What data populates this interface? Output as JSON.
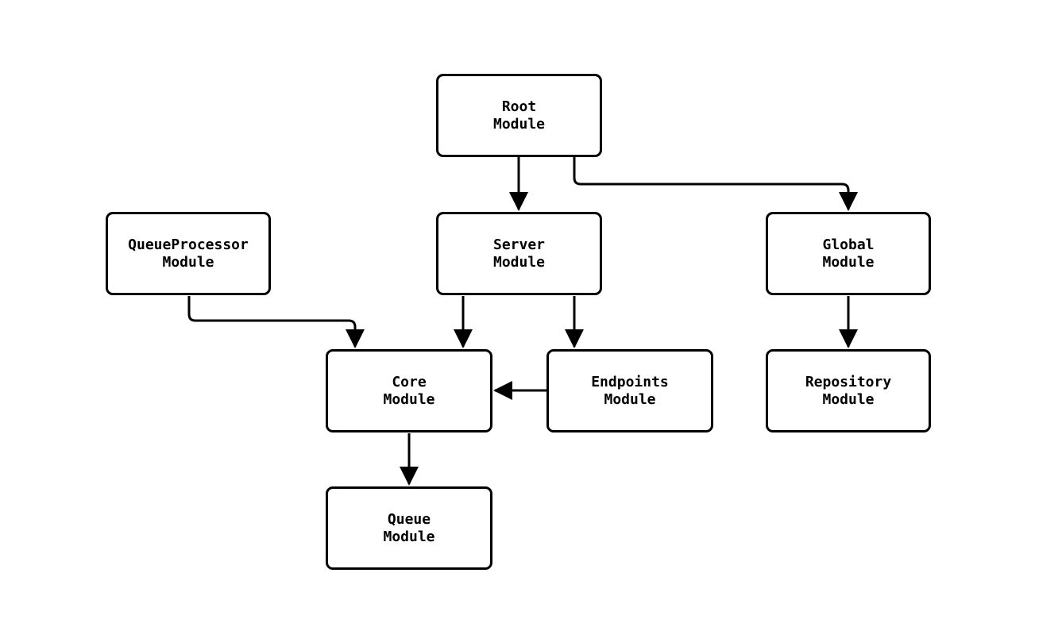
{
  "diagram": {
    "type": "module-dependency-flowchart",
    "nodes": [
      {
        "id": "root",
        "label_line1": "Root",
        "label_line2": "Module"
      },
      {
        "id": "queueprocessor",
        "label_line1": "QueueProcessor",
        "label_line2": "Module"
      },
      {
        "id": "server",
        "label_line1": "Server",
        "label_line2": "Module"
      },
      {
        "id": "global",
        "label_line1": "Global",
        "label_line2": "Module"
      },
      {
        "id": "core",
        "label_line1": "Core",
        "label_line2": "Module"
      },
      {
        "id": "endpoints",
        "label_line1": "Endpoints",
        "label_line2": "Module"
      },
      {
        "id": "repository",
        "label_line1": "Repository",
        "label_line2": "Module"
      },
      {
        "id": "queue",
        "label_line1": "Queue",
        "label_line2": "Module"
      }
    ],
    "edges": [
      {
        "from": "Root Module",
        "to": "Server Module"
      },
      {
        "from": "Root Module",
        "to": "Global Module"
      },
      {
        "from": "QueueProcessor Module",
        "to": "Core Module"
      },
      {
        "from": "Server Module",
        "to": "Core Module"
      },
      {
        "from": "Server Module",
        "to": "Endpoints Module"
      },
      {
        "from": "Endpoints Module",
        "to": "Core Module"
      },
      {
        "from": "Global Module",
        "to": "Repository Module"
      },
      {
        "from": "Core Module",
        "to": "Queue Module"
      }
    ],
    "colors": {
      "background": "#ffffff",
      "node_fill": "#ffffff",
      "node_border": "#000000",
      "edge": "#000000",
      "text": "#000000"
    }
  }
}
